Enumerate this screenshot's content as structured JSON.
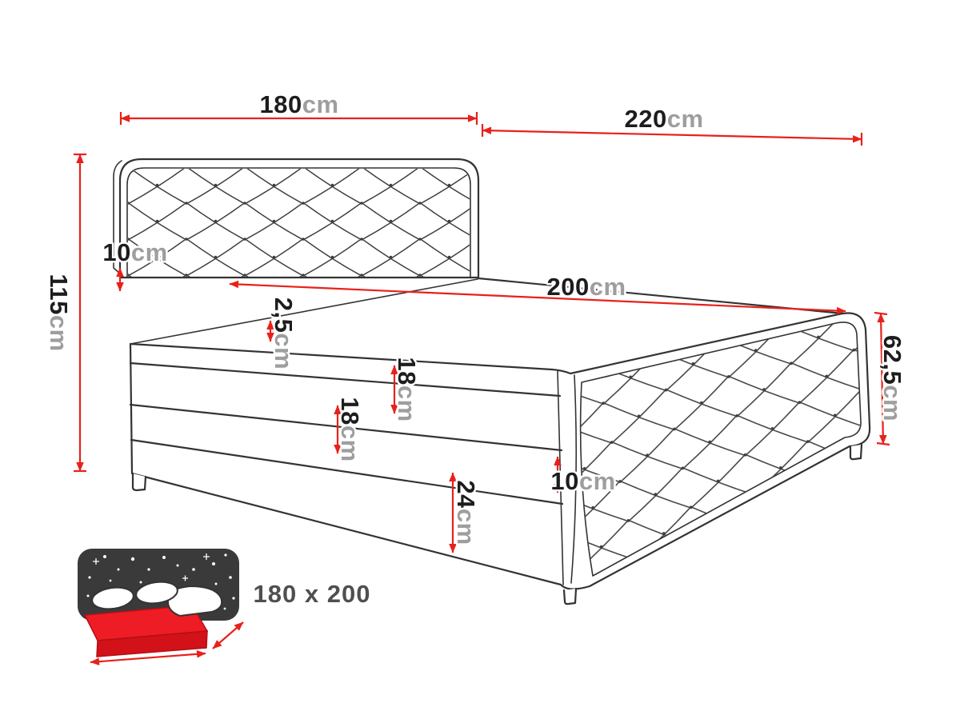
{
  "palette": {
    "background": "#ffffff",
    "line": "#333333",
    "dimension_red": "#e8211a",
    "number_color": "#1d1d1d",
    "unit_color": "#9e9e9e",
    "badge_text_color": "#4f4f4f",
    "icon_sky": "#3a3a3a",
    "icon_mattress_red": "#ee1c24"
  },
  "labels": {
    "width_top": {
      "value": "180",
      "unit": "cm"
    },
    "length_total": {
      "value": "220",
      "unit": "cm"
    },
    "height_total": {
      "value": "115",
      "unit": "cm"
    },
    "headboard_depth": {
      "value": "10",
      "unit": "cm"
    },
    "length_sleeping": {
      "value": "200",
      "unit": "cm"
    },
    "topper": {
      "value": "2,5",
      "unit": "cm"
    },
    "mattress": {
      "value": "18",
      "unit": "cm"
    },
    "upper_box": {
      "value": "18",
      "unit": "cm"
    },
    "base_box": {
      "value": "24",
      "unit": "cm"
    },
    "foot_height": {
      "value": "62,5",
      "unit": "cm"
    },
    "foot_depth": {
      "value": "10",
      "unit": "cm"
    }
  },
  "size_badge": "180 x 200"
}
